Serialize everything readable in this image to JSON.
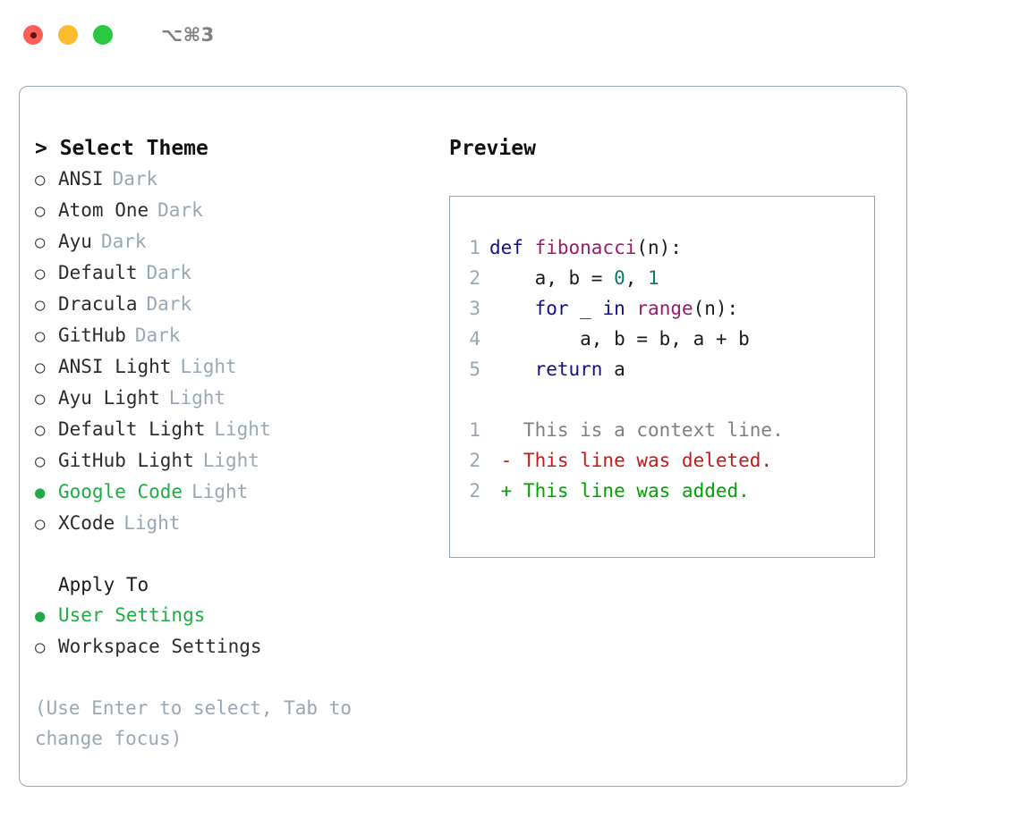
{
  "window": {
    "shortcut": "⌥⌘3",
    "lights": [
      "close",
      "minimize",
      "zoom"
    ]
  },
  "theme_panel": {
    "prompt": "> Select Theme",
    "marker_selected": "●",
    "marker_unselected": "○",
    "selected_color": "#22aa44",
    "items": [
      {
        "label": "ANSI",
        "tag": "Dark",
        "selected": false
      },
      {
        "label": "Atom One",
        "tag": "Dark",
        "selected": false
      },
      {
        "label": "Ayu",
        "tag": "Dark",
        "selected": false
      },
      {
        "label": "Default",
        "tag": "Dark",
        "selected": false
      },
      {
        "label": "Dracula",
        "tag": "Dark",
        "selected": false
      },
      {
        "label": "GitHub",
        "tag": "Dark",
        "selected": false
      },
      {
        "label": "ANSI Light",
        "tag": "Light",
        "selected": false
      },
      {
        "label": "Ayu Light",
        "tag": "Light",
        "selected": false
      },
      {
        "label": "Default Light",
        "tag": "Light",
        "selected": false
      },
      {
        "label": "GitHub Light",
        "tag": "Light",
        "selected": false
      },
      {
        "label": "Google Code",
        "tag": "Light",
        "selected": true
      },
      {
        "label": "XCode",
        "tag": "Light",
        "selected": false
      }
    ]
  },
  "apply_to": {
    "heading": "Apply To",
    "options": [
      {
        "label": "User Settings",
        "selected": true
      },
      {
        "label": "Workspace Settings",
        "selected": false
      }
    ]
  },
  "hint": "(Use Enter to select, Tab to change focus)",
  "preview": {
    "title": "Preview",
    "code_lines": [
      {
        "number": "1",
        "tokens": [
          {
            "text": "def ",
            "type": "kw"
          },
          {
            "text": "fibonacci",
            "type": "fn"
          },
          {
            "text": "(n):",
            "type": "pl"
          }
        ]
      },
      {
        "number": "2",
        "tokens": [
          {
            "text": "    a, b = ",
            "type": "pl"
          },
          {
            "text": "0",
            "type": "num"
          },
          {
            "text": ", ",
            "type": "pl"
          },
          {
            "text": "1",
            "type": "num"
          }
        ]
      },
      {
        "number": "3",
        "tokens": [
          {
            "text": "    ",
            "type": "pl"
          },
          {
            "text": "for",
            "type": "kw"
          },
          {
            "text": " _ ",
            "type": "pl"
          },
          {
            "text": "in",
            "type": "kw"
          },
          {
            "text": " ",
            "type": "pl"
          },
          {
            "text": "range",
            "type": "fn"
          },
          {
            "text": "(n):",
            "type": "pl"
          }
        ]
      },
      {
        "number": "4",
        "tokens": [
          {
            "text": "        a, b = b, a + b",
            "type": "pl"
          }
        ]
      },
      {
        "number": "5",
        "tokens": [
          {
            "text": "    ",
            "type": "pl"
          },
          {
            "text": "return",
            "type": "kw"
          },
          {
            "text": " a",
            "type": "pl"
          }
        ]
      }
    ],
    "diff_lines": [
      {
        "number": "1",
        "sign": "  ",
        "text": "This is a context line.",
        "type": "ctx"
      },
      {
        "number": "2",
        "sign": "- ",
        "text": "This line was deleted.",
        "type": "del"
      },
      {
        "number": "2",
        "sign": "+ ",
        "text": "This line was added.",
        "type": "add"
      }
    ]
  },
  "colors": {
    "keyword": "#11118f",
    "function": "#9c1a6e",
    "number": "#0f7a72",
    "plain": "#1c1c1c",
    "line_number": "#9aa7b5",
    "diff_context": "#808080",
    "diff_deleted": "#c41a16",
    "diff_added": "#00a400",
    "accent_green": "#22aa44",
    "muted": "#9aa7b5",
    "border": "#9aa7b5"
  }
}
